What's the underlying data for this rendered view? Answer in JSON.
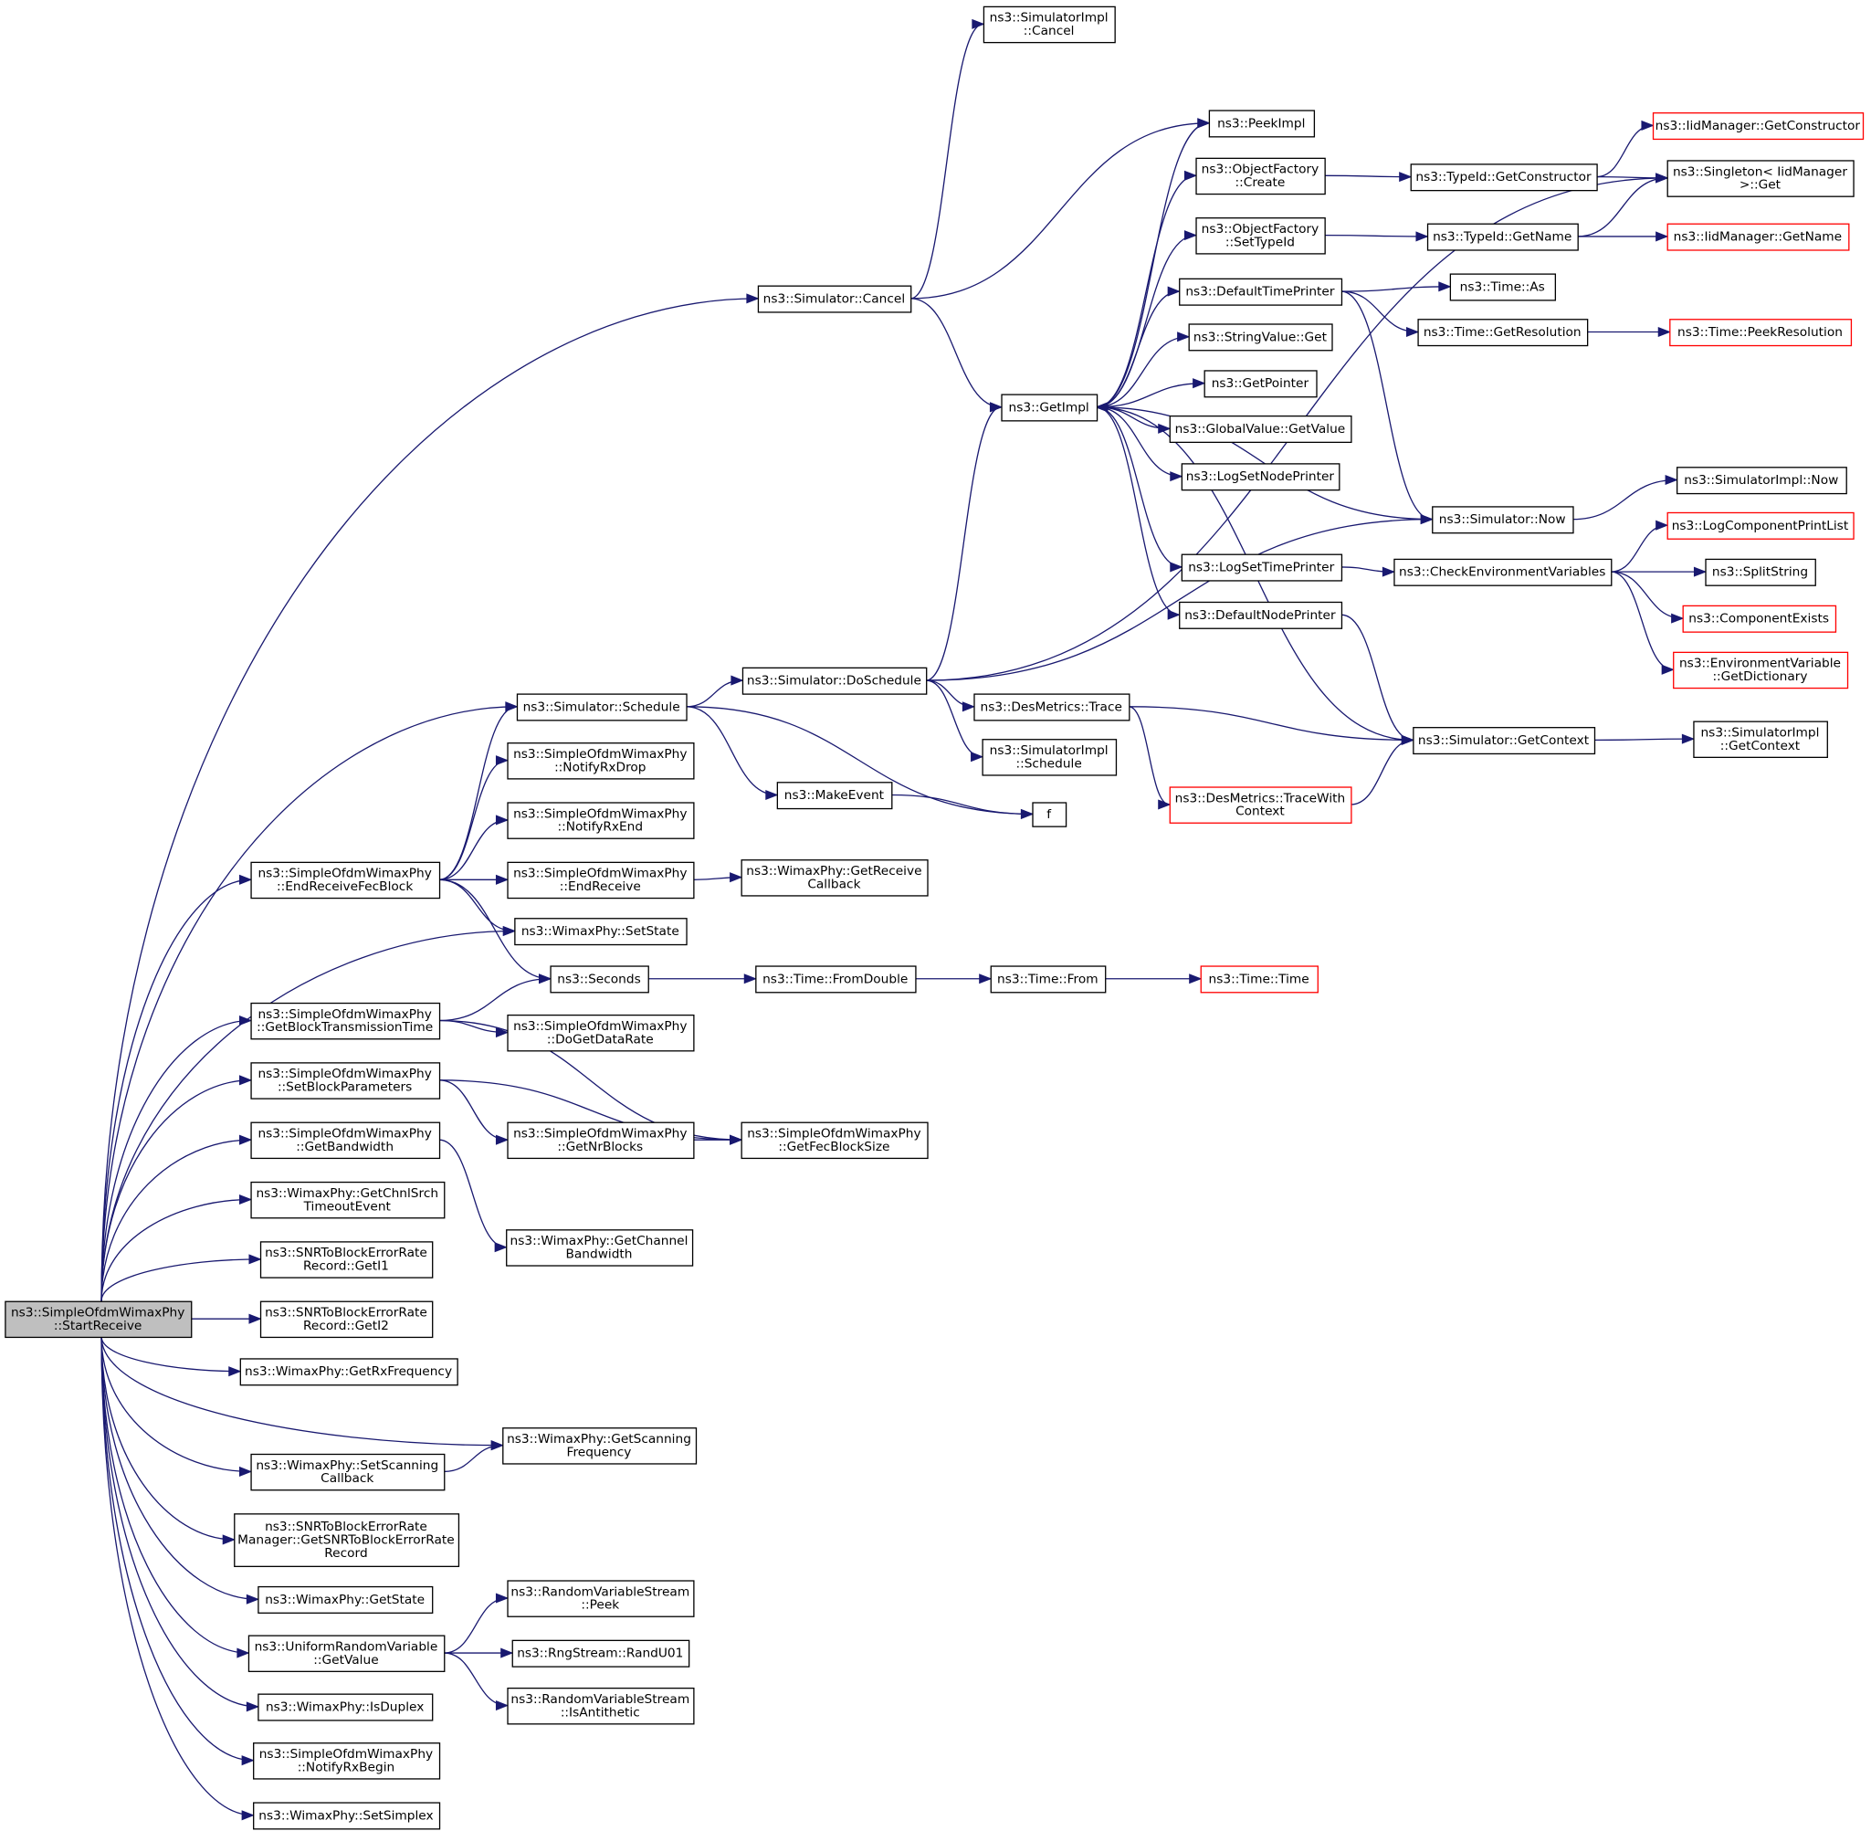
{
  "diagram": {
    "type": "call-graph",
    "root": "start_receive",
    "colors": {
      "edge": "#191970",
      "root_fill": "#bfbfbf",
      "truncated_border": "#ff0000",
      "node_border": "#000000"
    },
    "nodes": {
      "start_receive": {
        "lines": [
          "ns3::SimpleOfdmWimaxPhy",
          "::StartReceive"
        ]
      },
      "simimpl_cancel": {
        "lines": [
          "ns3::SimulatorImpl",
          "::Cancel"
        ]
      },
      "peekimpl": {
        "lines": [
          "ns3::PeekImpl"
        ]
      },
      "iid_getconstructor": {
        "lines": [
          "ns3::IidManager::GetConstructor"
        ],
        "truncated": true
      },
      "singleton_get": {
        "lines": [
          "ns3::Singleton< IidManager",
          " >::Get"
        ]
      },
      "of_create": {
        "lines": [
          "ns3::ObjectFactory",
          "::Create"
        ]
      },
      "typeid_getconstructor": {
        "lines": [
          "ns3::TypeId::GetConstructor"
        ]
      },
      "of_settypeid": {
        "lines": [
          "ns3::ObjectFactory",
          "::SetTypeId"
        ]
      },
      "typeid_getname": {
        "lines": [
          "ns3::TypeId::GetName"
        ]
      },
      "iid_getname": {
        "lines": [
          "ns3::IidManager::GetName"
        ],
        "truncated": true
      },
      "sim_cancel": {
        "lines": [
          "ns3::Simulator::Cancel"
        ]
      },
      "default_time_printer": {
        "lines": [
          "ns3::DefaultTimePrinter"
        ]
      },
      "time_as": {
        "lines": [
          "ns3::Time::As"
        ]
      },
      "stringvalue_get": {
        "lines": [
          "ns3::StringValue::Get"
        ]
      },
      "time_getresolution": {
        "lines": [
          "ns3::Time::GetResolution"
        ]
      },
      "time_peekresolution": {
        "lines": [
          "ns3::Time::PeekResolution"
        ],
        "truncated": true
      },
      "getimpl": {
        "lines": [
          "ns3::GetImpl"
        ]
      },
      "getpointer": {
        "lines": [
          "ns3::GetPointer"
        ]
      },
      "globalvalue_getvalue": {
        "lines": [
          "ns3::GlobalValue::GetValue"
        ]
      },
      "logsetnodeprinter": {
        "lines": [
          "ns3::LogSetNodePrinter"
        ]
      },
      "simimpl_now": {
        "lines": [
          "ns3::SimulatorImpl::Now"
        ]
      },
      "sim_now": {
        "lines": [
          "ns3::Simulator::Now"
        ]
      },
      "logcomponentprintlist": {
        "lines": [
          "ns3::LogComponentPrintList"
        ],
        "truncated": true
      },
      "logsettimeprinter": {
        "lines": [
          "ns3::LogSetTimePrinter"
        ]
      },
      "checkenv": {
        "lines": [
          "ns3::CheckEnvironmentVariables"
        ]
      },
      "splitstring": {
        "lines": [
          "ns3::SplitString"
        ]
      },
      "componentexists": {
        "lines": [
          "ns3::ComponentExists"
        ],
        "truncated": true
      },
      "defaultnodeprinter": {
        "lines": [
          "ns3::DefaultNodePrinter"
        ]
      },
      "envvar_getdict": {
        "lines": [
          "ns3::EnvironmentVariable",
          "::GetDictionary"
        ],
        "truncated": true
      },
      "sim_doschedule": {
        "lines": [
          "ns3::Simulator::DoSchedule"
        ]
      },
      "sim_schedule": {
        "lines": [
          "ns3::Simulator::Schedule"
        ]
      },
      "desmetrics_trace": {
        "lines": [
          "ns3::DesMetrics::Trace"
        ]
      },
      "simimpl_schedule": {
        "lines": [
          "ns3::SimulatorImpl",
          "::Schedule"
        ]
      },
      "sim_getcontext": {
        "lines": [
          "ns3::Simulator::GetContext"
        ]
      },
      "simimpl_getcontext": {
        "lines": [
          "ns3::SimulatorImpl",
          "::GetContext"
        ]
      },
      "notifyrxdrop": {
        "lines": [
          "ns3::SimpleOfdmWimaxPhy",
          "::NotifyRxDrop"
        ]
      },
      "makeevent": {
        "lines": [
          "ns3::MakeEvent"
        ]
      },
      "f": {
        "lines": [
          "f"
        ]
      },
      "desmetrics_tracewithcontext": {
        "lines": [
          "ns3::DesMetrics::TraceWith",
          "Context"
        ],
        "truncated": true
      },
      "notifyrxend": {
        "lines": [
          "ns3::SimpleOfdmWimaxPhy",
          "::NotifyRxEnd"
        ]
      },
      "endreceivefecblock": {
        "lines": [
          "ns3::SimpleOfdmWimaxPhy",
          "::EndReceiveFecBlock"
        ]
      },
      "endreceive": {
        "lines": [
          "ns3::SimpleOfdmWimaxPhy",
          "::EndReceive"
        ]
      },
      "getreceivecallback": {
        "lines": [
          "ns3::WimaxPhy::GetReceive",
          "Callback"
        ]
      },
      "setstate": {
        "lines": [
          "ns3::WimaxPhy::SetState"
        ]
      },
      "seconds": {
        "lines": [
          "ns3::Seconds"
        ]
      },
      "time_fromdouble": {
        "lines": [
          "ns3::Time::FromDouble"
        ]
      },
      "time_from": {
        "lines": [
          "ns3::Time::From"
        ]
      },
      "time_time": {
        "lines": [
          "ns3::Time::Time"
        ],
        "truncated": true
      },
      "getblocktxtime": {
        "lines": [
          "ns3::SimpleOfdmWimaxPhy",
          "::GetBlockTransmissionTime"
        ]
      },
      "dogetdatarate": {
        "lines": [
          "ns3::SimpleOfdmWimaxPhy",
          "::DoGetDataRate"
        ]
      },
      "setblockparams": {
        "lines": [
          "ns3::SimpleOfdmWimaxPhy",
          "::SetBlockParameters"
        ]
      },
      "getnrblocks": {
        "lines": [
          "ns3::SimpleOfdmWimaxPhy",
          "::GetNrBlocks"
        ]
      },
      "getfecblocksize": {
        "lines": [
          "ns3::SimpleOfdmWimaxPhy",
          "::GetFecBlockSize"
        ]
      },
      "getbandwidth": {
        "lines": [
          "ns3::SimpleOfdmWimaxPhy",
          "::GetBandwidth"
        ]
      },
      "getchnlsrch": {
        "lines": [
          "ns3::WimaxPhy::GetChnlSrch",
          "TimeoutEvent"
        ]
      },
      "getchannelbw": {
        "lines": [
          "ns3::WimaxPhy::GetChannel",
          "Bandwidth"
        ]
      },
      "geti1": {
        "lines": [
          "ns3::SNRToBlockErrorRate",
          "Record::GetI1"
        ]
      },
      "geti2": {
        "lines": [
          "ns3::SNRToBlockErrorRate",
          "Record::GetI2"
        ]
      },
      "getrxfreq": {
        "lines": [
          "ns3::WimaxPhy::GetRxFrequency"
        ]
      },
      "getscanfreq": {
        "lines": [
          "ns3::WimaxPhy::GetScanning",
          "Frequency"
        ]
      },
      "setscancb": {
        "lines": [
          "ns3::WimaxPhy::SetScanning",
          "Callback"
        ]
      },
      "getsnrrecord": {
        "lines": [
          "ns3::SNRToBlockErrorRate",
          "Manager::GetSNRToBlockErrorRate",
          "Record"
        ]
      },
      "getstate": {
        "lines": [
          "ns3::WimaxPhy::GetState"
        ]
      },
      "rvs_peek": {
        "lines": [
          "ns3::RandomVariableStream",
          "::Peek"
        ]
      },
      "urv_getvalue": {
        "lines": [
          "ns3::UniformRandomVariable",
          "::GetValue"
        ]
      },
      "randu01": {
        "lines": [
          "ns3::RngStream::RandU01"
        ]
      },
      "rvs_isantithetic": {
        "lines": [
          "ns3::RandomVariableStream",
          "::IsAntithetic"
        ]
      },
      "isduplex": {
        "lines": [
          "ns3::WimaxPhy::IsDuplex"
        ]
      },
      "notifyrxbegin": {
        "lines": [
          "ns3::SimpleOfdmWimaxPhy",
          "::NotifyRxBegin"
        ]
      },
      "setsimplex": {
        "lines": [
          "ns3::WimaxPhy::SetSimplex"
        ]
      }
    },
    "edges": [
      [
        "start_receive",
        "sim_cancel"
      ],
      [
        "start_receive",
        "sim_schedule"
      ],
      [
        "start_receive",
        "endreceivefecblock"
      ],
      [
        "start_receive",
        "setstate"
      ],
      [
        "start_receive",
        "getblocktxtime"
      ],
      [
        "start_receive",
        "setblockparams"
      ],
      [
        "start_receive",
        "getbandwidth"
      ],
      [
        "start_receive",
        "getchnlsrch"
      ],
      [
        "start_receive",
        "geti1"
      ],
      [
        "start_receive",
        "geti2"
      ],
      [
        "start_receive",
        "getrxfreq"
      ],
      [
        "start_receive",
        "getscanfreq"
      ],
      [
        "start_receive",
        "setscancb"
      ],
      [
        "start_receive",
        "getsnrrecord"
      ],
      [
        "start_receive",
        "getstate"
      ],
      [
        "start_receive",
        "urv_getvalue"
      ],
      [
        "start_receive",
        "isduplex"
      ],
      [
        "start_receive",
        "notifyrxbegin"
      ],
      [
        "start_receive",
        "setsimplex"
      ],
      [
        "sim_cancel",
        "simimpl_cancel"
      ],
      [
        "sim_cancel",
        "peekimpl"
      ],
      [
        "sim_cancel",
        "getimpl"
      ],
      [
        "sim_doschedule",
        "singleton_get"
      ],
      [
        "sim_doschedule",
        "getimpl"
      ],
      [
        "sim_doschedule",
        "sim_now"
      ],
      [
        "sim_doschedule",
        "desmetrics_trace"
      ],
      [
        "sim_doschedule",
        "simimpl_schedule"
      ],
      [
        "sim_schedule",
        "sim_doschedule"
      ],
      [
        "sim_schedule",
        "makeevent"
      ],
      [
        "sim_schedule",
        "f"
      ],
      [
        "makeevent",
        "f"
      ],
      [
        "getimpl",
        "peekimpl"
      ],
      [
        "getimpl",
        "of_create"
      ],
      [
        "getimpl",
        "of_settypeid"
      ],
      [
        "getimpl",
        "default_time_printer"
      ],
      [
        "getimpl",
        "stringvalue_get"
      ],
      [
        "getimpl",
        "getpointer"
      ],
      [
        "getimpl",
        "globalvalue_getvalue"
      ],
      [
        "getimpl",
        "logsetnodeprinter"
      ],
      [
        "getimpl",
        "logsettimeprinter"
      ],
      [
        "getimpl",
        "defaultnodeprinter"
      ],
      [
        "sim_now",
        "getimpl"
      ],
      [
        "sim_getcontext",
        "getimpl"
      ],
      [
        "of_create",
        "typeid_getconstructor"
      ],
      [
        "typeid_getconstructor",
        "iid_getconstructor"
      ],
      [
        "typeid_getconstructor",
        "singleton_get"
      ],
      [
        "of_settypeid",
        "typeid_getname"
      ],
      [
        "typeid_getname",
        "singleton_get"
      ],
      [
        "typeid_getname",
        "iid_getname"
      ],
      [
        "default_time_printer",
        "time_as"
      ],
      [
        "default_time_printer",
        "time_getresolution"
      ],
      [
        "default_time_printer",
        "sim_now"
      ],
      [
        "time_getresolution",
        "time_peekresolution"
      ],
      [
        "sim_now",
        "simimpl_now"
      ],
      [
        "logsettimeprinter",
        "checkenv"
      ],
      [
        "checkenv",
        "logcomponentprintlist"
      ],
      [
        "checkenv",
        "splitstring"
      ],
      [
        "checkenv",
        "componentexists"
      ],
      [
        "checkenv",
        "envvar_getdict"
      ],
      [
        "defaultnodeprinter",
        "sim_getcontext"
      ],
      [
        "desmetrics_trace",
        "sim_getcontext"
      ],
      [
        "desmetrics_trace",
        "desmetrics_tracewithcontext"
      ],
      [
        "desmetrics_tracewithcontext",
        "sim_getcontext"
      ],
      [
        "sim_getcontext",
        "simimpl_getcontext"
      ],
      [
        "endreceivefecblock",
        "sim_schedule"
      ],
      [
        "endreceivefecblock",
        "notifyrxdrop"
      ],
      [
        "endreceivefecblock",
        "notifyrxend"
      ],
      [
        "endreceivefecblock",
        "endreceive"
      ],
      [
        "endreceivefecblock",
        "setstate"
      ],
      [
        "endreceivefecblock",
        "seconds"
      ],
      [
        "endreceive",
        "getreceivecallback"
      ],
      [
        "seconds",
        "time_fromdouble"
      ],
      [
        "time_fromdouble",
        "time_from"
      ],
      [
        "time_from",
        "time_time"
      ],
      [
        "getblocktxtime",
        "seconds"
      ],
      [
        "getblocktxtime",
        "dogetdatarate"
      ],
      [
        "getblocktxtime",
        "getfecblocksize"
      ],
      [
        "setblockparams",
        "getnrblocks"
      ],
      [
        "setblockparams",
        "getfecblocksize"
      ],
      [
        "getnrblocks",
        "getfecblocksize"
      ],
      [
        "getbandwidth",
        "getchannelbw"
      ],
      [
        "setscancb",
        "getscanfreq"
      ],
      [
        "urv_getvalue",
        "rvs_peek"
      ],
      [
        "urv_getvalue",
        "randu01"
      ],
      [
        "urv_getvalue",
        "rvs_isantithetic"
      ]
    ]
  }
}
